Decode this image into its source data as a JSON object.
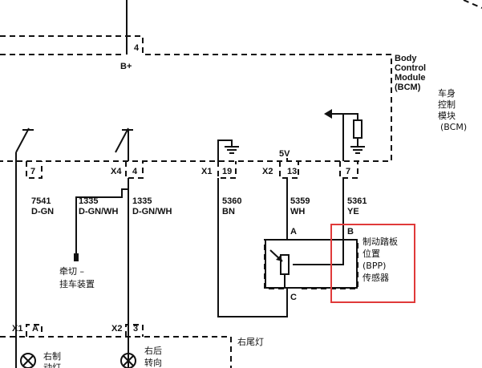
{
  "module": {
    "name_en": [
      "Body",
      "Control",
      "Module",
      "(BCM)"
    ],
    "name_cn": [
      "车身",
      "控制",
      "模块",
      "(BCM)"
    ]
  },
  "power": {
    "pin": "4",
    "label": "B+"
  },
  "left_pins": {
    "pin7": "7",
    "x4": "X4",
    "pin4": "4"
  },
  "right_pins": {
    "x1": "X1",
    "pin19": "19",
    "x2": "X2",
    "pin13": "13",
    "pin7": "7",
    "v5": "5V"
  },
  "wires": [
    {
      "circuit": "7541",
      "color": "D-GN"
    },
    {
      "circuit": "1335",
      "color": "D-GN/WH"
    },
    {
      "circuit": "1335",
      "color": "D-GN/WH"
    },
    {
      "circuit": "5360",
      "color": "BN"
    },
    {
      "circuit": "5359",
      "color": "WH"
    },
    {
      "circuit": "5361",
      "color": "YE"
    }
  ],
  "sensor": {
    "pin_a": "A",
    "pin_b": "B",
    "pin_c": "C",
    "name": [
      "制动踏板",
      "位置",
      "(BPP)",
      "传感器"
    ]
  },
  "trailer": [
    "牵切 –",
    "挂车装置"
  ],
  "rear_lamp": {
    "title": "右尾灯",
    "left_conn": {
      "x": "X1",
      "pin": "A"
    },
    "right_conn": {
      "x": "X2",
      "pin": "3"
    },
    "left_label": [
      "右制",
      "动灯"
    ],
    "right_label": [
      "右后",
      "转向"
    ]
  },
  "colors": {
    "line": "#111111",
    "highlight": "#e03a3a"
  }
}
